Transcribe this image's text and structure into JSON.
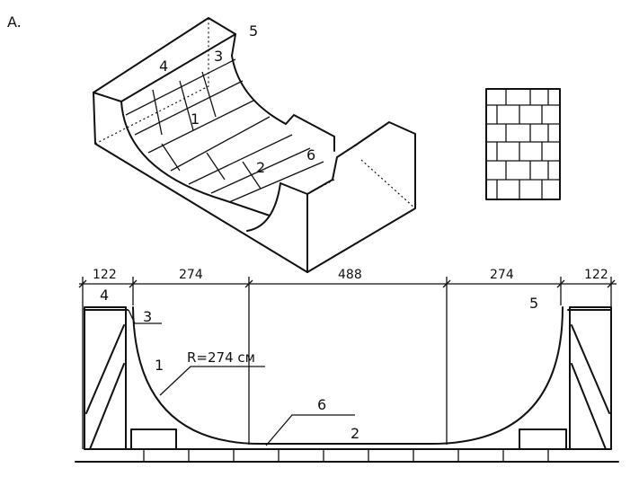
{
  "figure": {
    "letter": "A."
  },
  "iso_view": {
    "labels": {
      "p1": "1",
      "p2": "2",
      "p3": "3",
      "p4": "4",
      "p5": "5",
      "p6": "6"
    }
  },
  "section_view": {
    "dimensions": {
      "left_deck": "122",
      "left_transition": "274",
      "flat_bottom": "488",
      "right_transition": "274",
      "right_deck": "122"
    },
    "radius_label": "R=274 см",
    "labels": {
      "p1": "1",
      "p2": "2",
      "p3": "3",
      "p4": "4",
      "p5": "5",
      "p6": "6"
    }
  }
}
